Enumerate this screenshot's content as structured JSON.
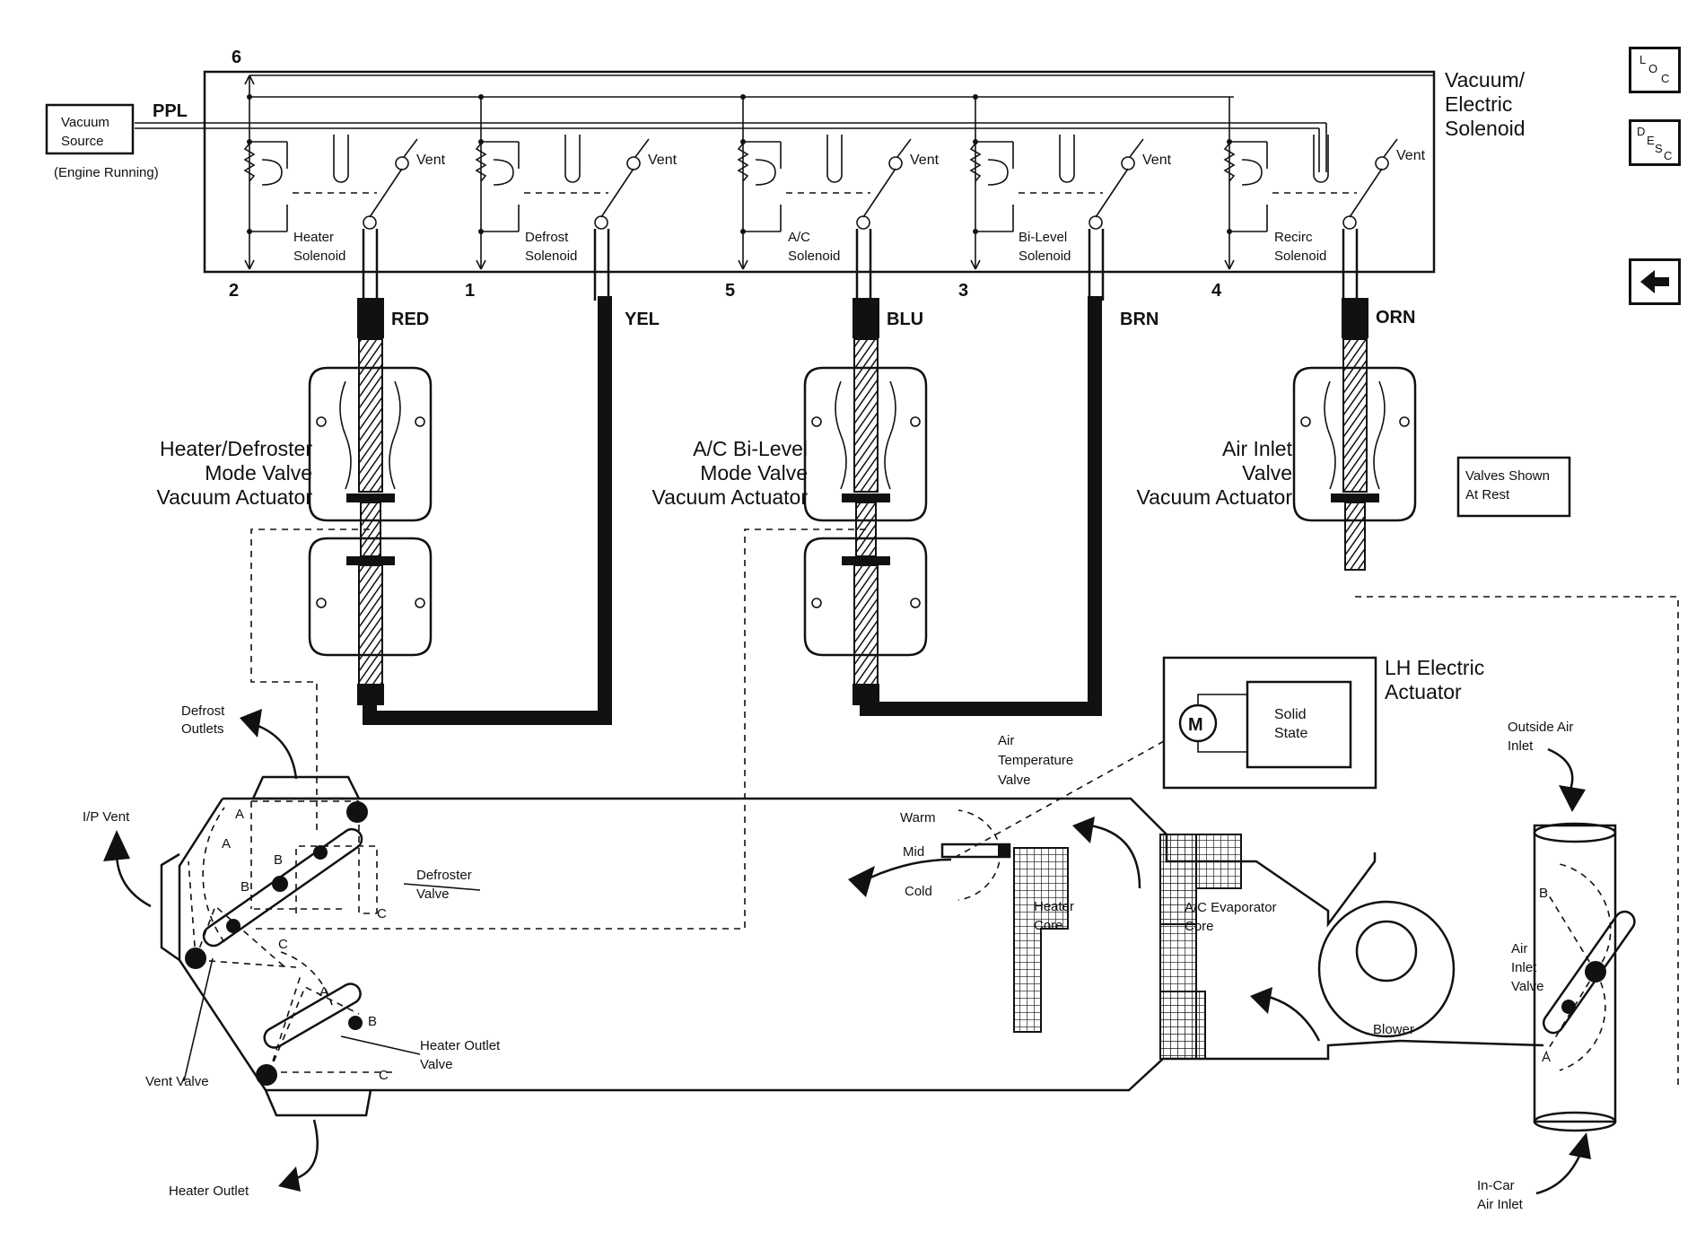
{
  "nav": {
    "loc_top": "L",
    "loc_mid": "O",
    "loc_bot": "C",
    "desc_top": "D",
    "desc_mid_e": "E",
    "desc_mid_s": "S",
    "desc_bot": "C",
    "back_icon": "arrow-left-icon"
  },
  "solenoid_box": {
    "title_lines": [
      "Vacuum/",
      "Electric",
      "Solenoid"
    ],
    "vacuum_source": [
      "Vacuum",
      "Source"
    ],
    "engine_running": "(Engine Running)",
    "ppl": "PPL",
    "vent": "Vent",
    "solenoids": [
      {
        "lines": [
          "Heater",
          "Solenoid"
        ],
        "pin": "2"
      },
      {
        "lines": [
          "Defrost",
          "Solenoid"
        ],
        "pin": "1"
      },
      {
        "lines": [
          "A/C",
          "Solenoid"
        ],
        "pin": "5"
      },
      {
        "lines": [
          "Bi-Level",
          "Solenoid"
        ],
        "pin": "3"
      },
      {
        "lines": [
          "Recirc",
          "Solenoid"
        ],
        "pin": "4"
      }
    ],
    "top_pin": "6"
  },
  "hoses": [
    "RED",
    "YEL",
    "BLU",
    "BRN",
    "ORN"
  ],
  "actuators": {
    "heater_defroster": [
      "Heater/Defroster",
      "Mode Valve",
      "Vacuum Actuator"
    ],
    "ac_bilevel": [
      "A/C Bi-Level",
      "Mode Valve",
      "Vacuum Actuator"
    ],
    "air_inlet": [
      "Air Inlet",
      "Valve",
      "Vacuum Actuator"
    ]
  },
  "valves_note": [
    "Valves Shown",
    "At Rest"
  ],
  "lh_actuator": {
    "title": [
      "LH Electric",
      "Actuator"
    ],
    "motor": "M",
    "solid_state": [
      "Solid",
      "State"
    ]
  },
  "airflow": {
    "defrost_outlets": [
      "Defrost",
      "Outlets"
    ],
    "ip_vent": "I/P Vent",
    "defroster_valve": [
      "Defroster",
      "Valve"
    ],
    "vent_valve": "Vent Valve",
    "heater_outlet_valve": [
      "Heater Outlet",
      "Valve"
    ],
    "heater_outlet": "Heater Outlet",
    "air_temp_valve": [
      "Air",
      "Temperature",
      "Valve"
    ],
    "warm": "Warm",
    "mid": "Mid",
    "cold": "Cold",
    "heater_core": [
      "Heater",
      "Core"
    ],
    "evaporator": [
      "A/C Evaporator",
      "Core"
    ],
    "blower": "Blower",
    "outside_air": [
      "Outside Air",
      "Inlet"
    ],
    "air_inlet_valve": [
      "Air",
      "Inlet",
      "Valve"
    ],
    "incar_air": [
      "In-Car",
      "Air Inlet"
    ],
    "pos_a": "A",
    "pos_b": "B",
    "pos_c": "C"
  }
}
